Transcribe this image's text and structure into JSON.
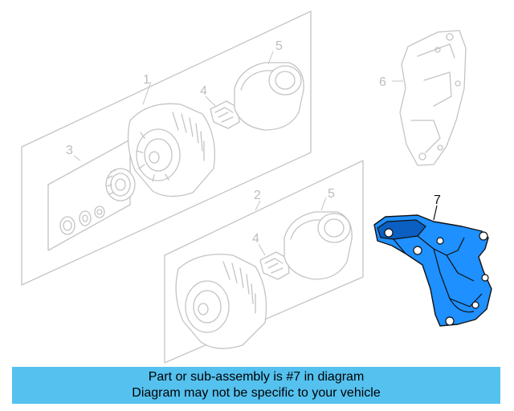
{
  "callouts": {
    "c1": "1",
    "c2": "2",
    "c3": "3",
    "c4a": "4",
    "c4b": "4",
    "c5a": "5",
    "c5b": "5",
    "c6": "6",
    "c7": "7"
  },
  "highlight_color": "#1e90ff",
  "banner": {
    "line1": "Part or sub-assembly is #7 in diagram",
    "line2": "Diagram may not be specific to your vehicle",
    "color": "#55c1ef"
  }
}
